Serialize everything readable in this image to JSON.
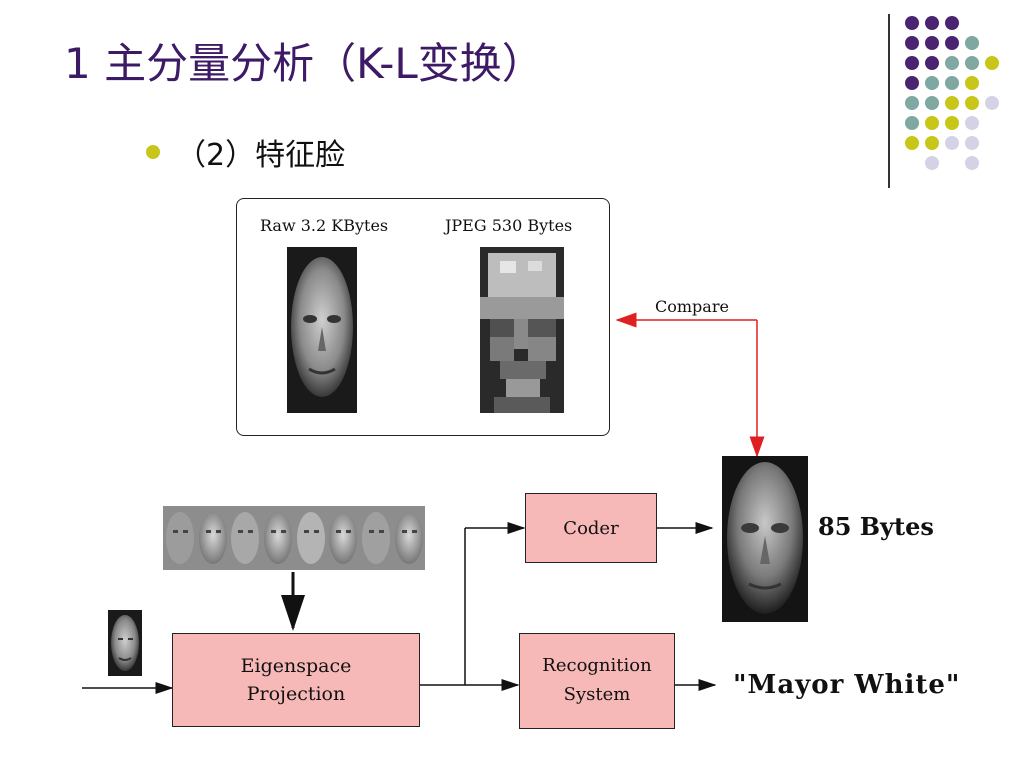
{
  "slide": {
    "title": "1 主分量分析（K-L变换）",
    "bullet": "（2）特征脸"
  },
  "diagram": {
    "raw_label": "Raw 3.2 KBytes",
    "jpeg_label": "JPEG  530 Bytes",
    "compare_label": "Compare",
    "coder_label": "Coder",
    "bytes_label": "85 Bytes",
    "eigenspace_label_1": "Eigenspace",
    "eigenspace_label_2": "Projection",
    "recognition_label_1": "Recognition",
    "recognition_label_2": "System",
    "result_label": "\"Mayor White\""
  },
  "colors": {
    "title": "#3d1a66",
    "bullet": "#c7c619",
    "box_fill": "#f7b8b8",
    "arrow_red": "#e02020",
    "deco_purple": "#4a2470",
    "deco_teal": "#7fa8a3",
    "deco_yellow": "#c7c619",
    "deco_lavender": "#d4d3e6"
  }
}
